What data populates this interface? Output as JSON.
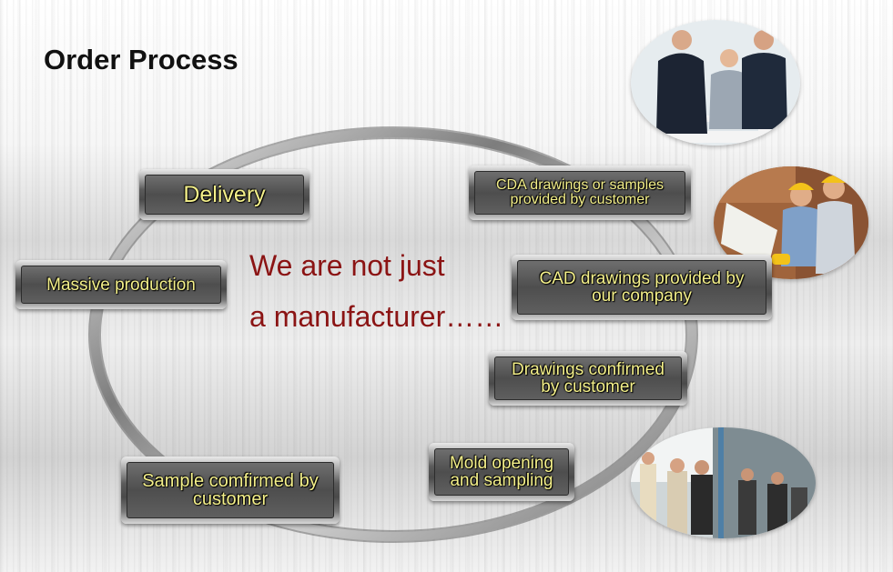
{
  "page": {
    "title": "Order Process",
    "slogan_line1": "We are not just",
    "slogan_line2": "a manufacturer……"
  },
  "steps": {
    "delivery": "Delivery",
    "massive_production": "Massive production",
    "cda_drawings": "CDA drawings or samples provided by customer",
    "cad_drawings": "CAD drawings provided by our company",
    "drawings_confirmed": "Drawings confirmed by customer",
    "mold_opening": "Mold opening and sampling",
    "sample_confirmed": "Sample comfirmed by customer"
  },
  "colors": {
    "label_text": "#f4f08a",
    "slogan_text": "#8b1414",
    "ring": "#8a8a8a"
  },
  "photos": [
    "business-meeting-photo",
    "engineers-hardhat-photo",
    "factory-visit-photo"
  ]
}
